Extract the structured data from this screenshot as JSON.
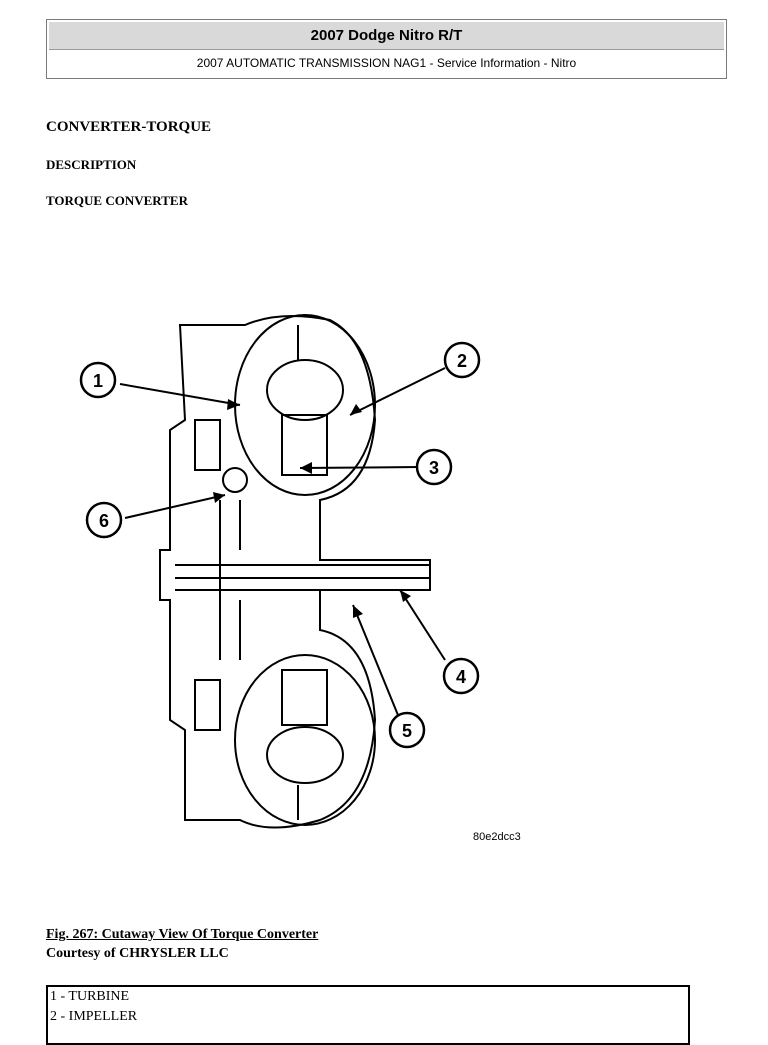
{
  "header": {
    "title": "2007 Dodge Nitro R/T",
    "subtitle": "2007 AUTOMATIC TRANSMISSION NAG1 - Service Information - Nitro"
  },
  "section": {
    "heading": "CONVERTER-TORQUE",
    "subheading": "DESCRIPTION",
    "topic": "TORQUE CONVERTER"
  },
  "figure": {
    "callouts": [
      "1",
      "2",
      "3",
      "4",
      "5",
      "6"
    ],
    "code": "80e2dcc3",
    "caption": "Fig. 267: Cutaway View Of Torque Converter",
    "courtesy": "Courtesy of CHRYSLER LLC"
  },
  "legend": [
    "1 - TURBINE",
    "2 - IMPELLER"
  ]
}
